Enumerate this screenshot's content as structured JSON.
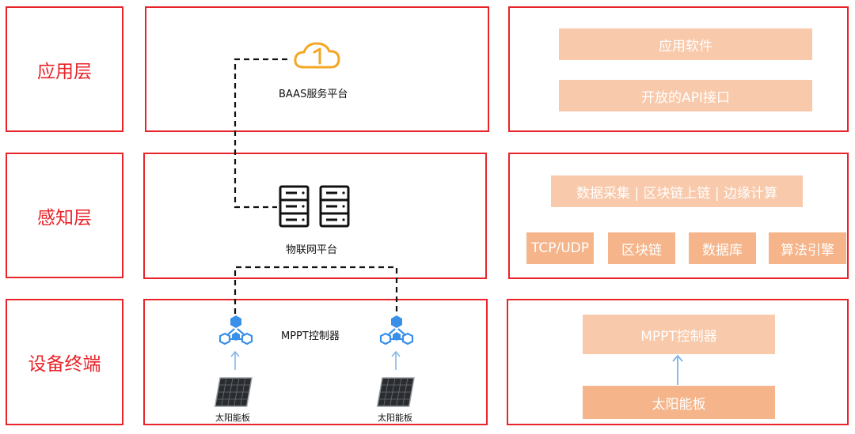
{
  "layers": {
    "app": "应用层",
    "sense": "感知层",
    "device": "设备终端"
  },
  "center": {
    "baas": "BAAS服务平台",
    "iot": "物联网平台",
    "mppt": "MPPT控制器",
    "solar_left": "太阳能板",
    "solar_right": "太阳能板"
  },
  "right": {
    "app_software": "应用软件",
    "open_api": "开放的API接口",
    "sense_functions": "数据采集 | 区块链上链 | 边缘计算",
    "tcp_udp": "TCP/UDP",
    "blockchain": "区块链",
    "database": "数据库",
    "algo_engine": "算法引擎",
    "mppt": "MPPT控制器",
    "solar": "太阳能板"
  },
  "colors": {
    "border": "#e8242a",
    "pill_light": "#f8c9ab",
    "pill_mid": "#f5b48a",
    "cloud": "#f5a623",
    "hex_icon": "#3a8fe8"
  },
  "icons": [
    "cloud-icon",
    "server-icon",
    "hexagon-cluster-icon",
    "solar-panel-icon",
    "arrow-up-icon"
  ]
}
